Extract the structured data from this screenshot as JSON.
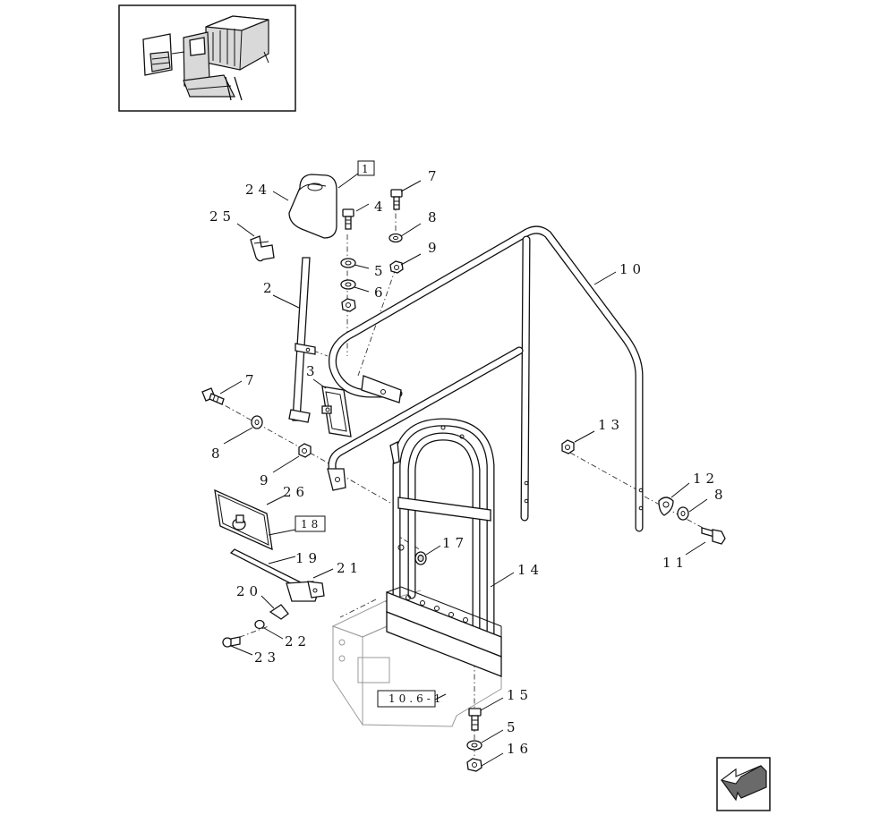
{
  "callouts": {
    "c1": "1",
    "c2": "2",
    "c3": "3",
    "c4": "4",
    "c5a": "5",
    "c5b": "5",
    "c6": "6",
    "c7a": "7",
    "c7b": "7",
    "c8a": "8",
    "c8b": "8",
    "c8c": "8",
    "c9a": "9",
    "c9b": "9",
    "c10": "10",
    "c11": "11",
    "c12": "12",
    "c13": "13",
    "c14": "14",
    "c15": "15",
    "c16": "16",
    "c17": "17",
    "c18": "18",
    "c19": "19",
    "c20": "20",
    "c21": "21",
    "c22": "22",
    "c23": "23",
    "c24": "24",
    "c25": "25",
    "c26": "26",
    "ref": "10.6-1"
  },
  "icons": {
    "overview": "machine-overview-thumbnail",
    "nav": "previous-page-arrow-icon"
  }
}
